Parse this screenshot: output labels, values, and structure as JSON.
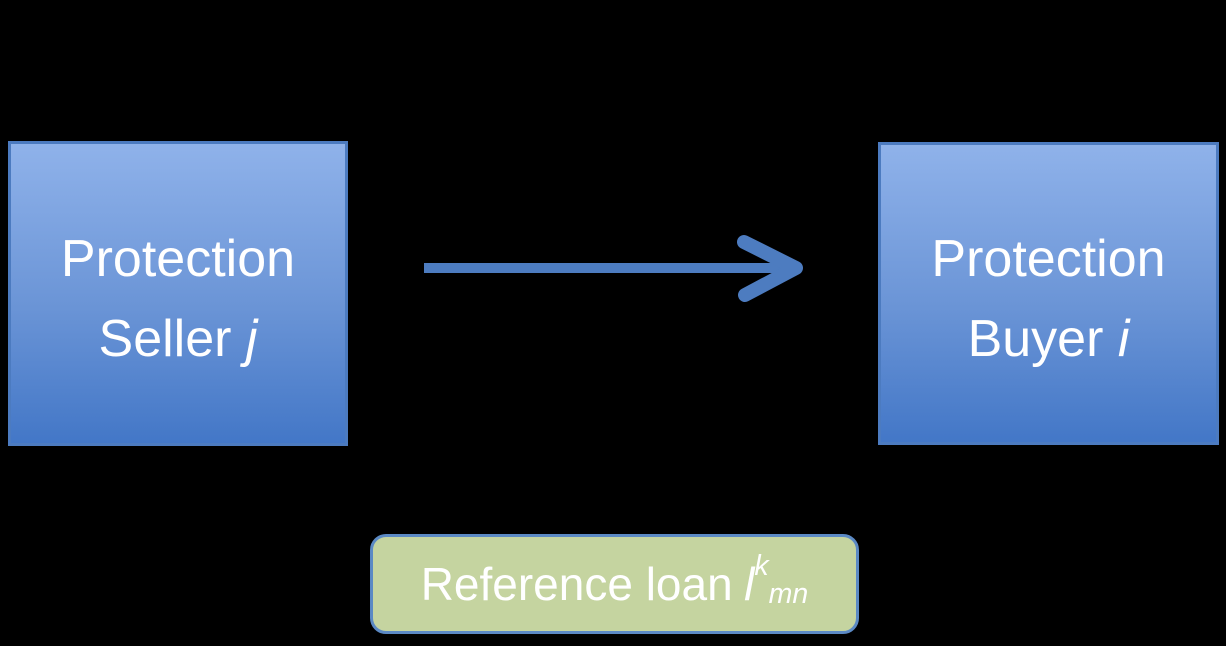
{
  "diagram": {
    "seller_box": {
      "line1": "Protection",
      "line2": "Seller",
      "variable": "j"
    },
    "buyer_box": {
      "line1": "Protection",
      "line2": "Buyer",
      "variable": "i"
    },
    "arrow": {
      "direction": "right",
      "from": "seller_box",
      "to": "buyer_box"
    },
    "reference_box": {
      "label": "Reference loan",
      "symbol": "l",
      "superscript": "k",
      "subscript": "mn"
    }
  },
  "colors": {
    "background": "#000000",
    "box_gradient_top": "#8fb2ea",
    "box_gradient_bottom": "#4377c7",
    "box_border": "#4c7bc0",
    "arrow": "#4d7cc0",
    "reference_fill": "#c5d4a0",
    "reference_border": "#5b89c4",
    "text": "#ffffff"
  }
}
